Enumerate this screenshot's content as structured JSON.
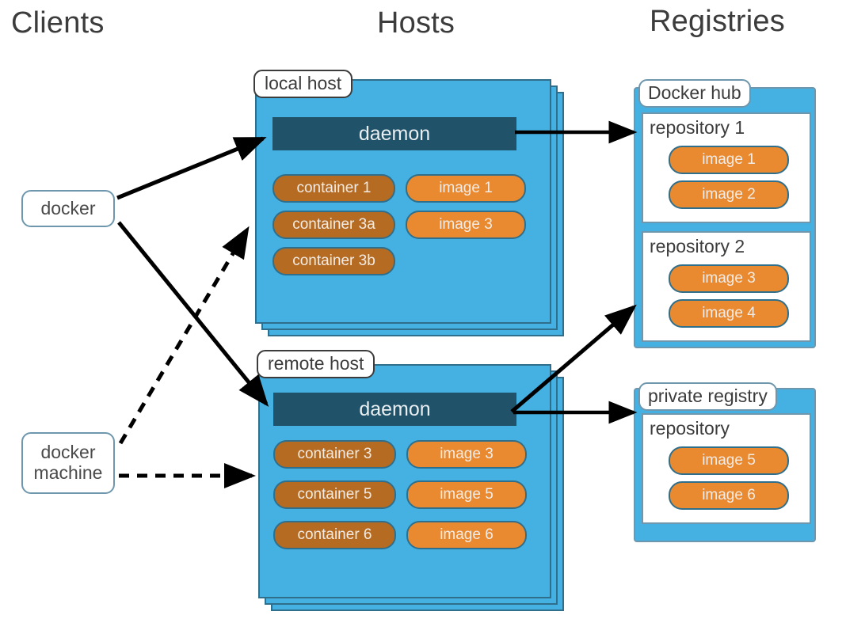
{
  "headers": {
    "clients": "Clients",
    "hosts": "Hosts",
    "registries": "Registries"
  },
  "clients": [
    {
      "id": "docker",
      "label": "docker"
    },
    {
      "id": "docker-machine",
      "label": "docker machine"
    }
  ],
  "hosts": [
    {
      "id": "local-host",
      "label": "local host",
      "daemon": "daemon",
      "containers": [
        "container 1",
        "container 3a",
        "container 3b"
      ],
      "images": [
        "image 1",
        "image 3"
      ]
    },
    {
      "id": "remote-host",
      "label": "remote host",
      "daemon": "daemon",
      "containers": [
        "container 3",
        "container 5",
        "container 6"
      ],
      "images": [
        "image 3",
        "image 5",
        "image 6"
      ]
    }
  ],
  "registries": [
    {
      "id": "docker-hub",
      "label": "Docker hub",
      "repositories": [
        {
          "title": "repository 1",
          "images": [
            "image 1",
            "image 2"
          ]
        },
        {
          "title": "repository 2",
          "images": [
            "image 3",
            "image 4"
          ]
        }
      ]
    },
    {
      "id": "private-registry",
      "label": "private registry",
      "repositories": [
        {
          "title": "repository",
          "images": [
            "image 5",
            "image 6"
          ]
        }
      ]
    }
  ],
  "connections": [
    {
      "from": "docker",
      "to": "local-host-daemon",
      "style": "solid"
    },
    {
      "from": "docker",
      "to": "remote-host-daemon",
      "style": "solid"
    },
    {
      "from": "docker-machine",
      "to": "local-host",
      "style": "dashed"
    },
    {
      "from": "docker-machine",
      "to": "remote-host",
      "style": "dashed"
    },
    {
      "from": "local-host-daemon",
      "to": "repository-1",
      "style": "solid"
    },
    {
      "from": "remote-host-daemon",
      "to": "repository-2",
      "style": "solid"
    },
    {
      "from": "remote-host-daemon",
      "to": "private-registry",
      "style": "solid"
    }
  ],
  "colors": {
    "host_blue": "#45b1e3",
    "daemon_dark": "#20536a",
    "container_brown": "#b56b22",
    "image_orange": "#e98a30",
    "outline": "#2f6f8c",
    "text_dark": "#3c3c3c",
    "arrow": "#000000"
  }
}
